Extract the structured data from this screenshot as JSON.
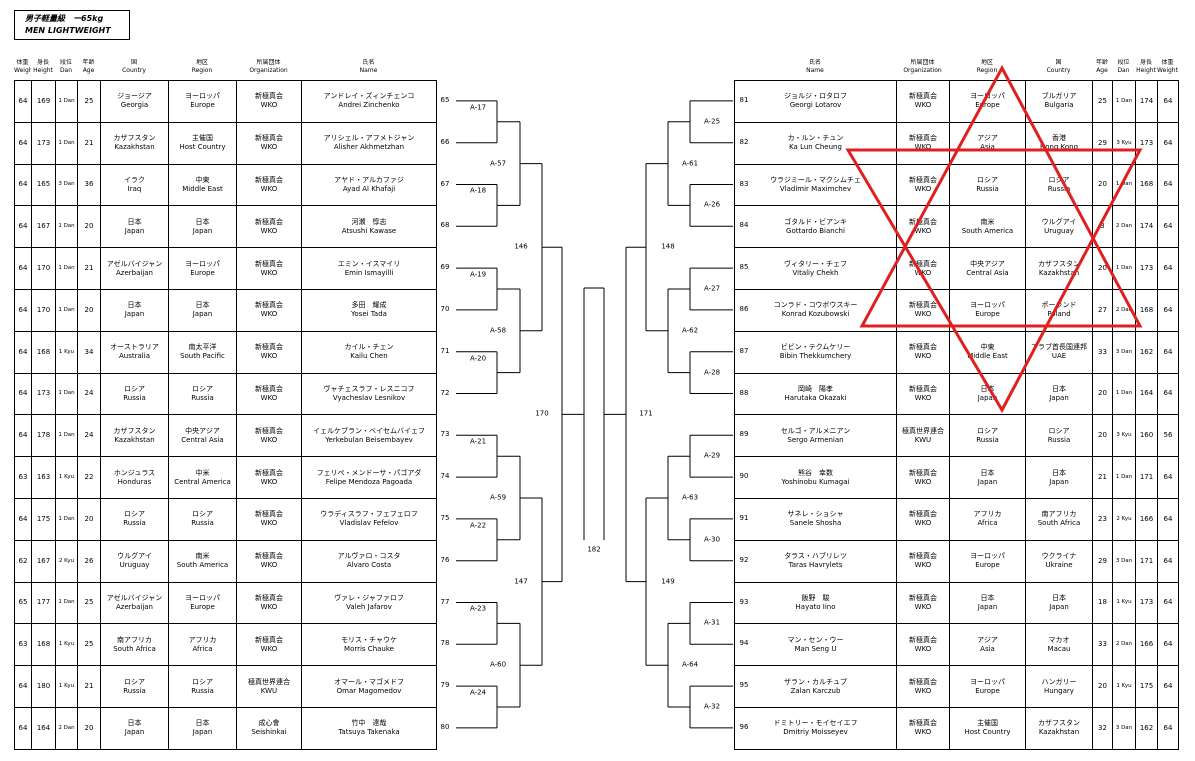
{
  "title": {
    "jp": "男子軽量級　ー65kg",
    "en": "MEN  LIGHTWEIGHT"
  },
  "left_headers": [
    [
      "体重",
      "Weight"
    ],
    [
      "身長",
      "Height"
    ],
    [
      "段位",
      "Dan"
    ],
    [
      "年齢",
      "Age"
    ],
    [
      "国",
      "Country"
    ],
    [
      "地区",
      "Region"
    ],
    [
      "所属団体",
      "Organization"
    ],
    [
      "氏名",
      "Name"
    ]
  ],
  "right_headers": [
    [
      "氏名",
      "Name"
    ],
    [
      "所属団体",
      "Organization"
    ],
    [
      "地区",
      "Region"
    ],
    [
      "国",
      "Country"
    ],
    [
      "年齢",
      "Age"
    ],
    [
      "段位",
      "Dan"
    ],
    [
      "身長",
      "Height"
    ],
    [
      "体重",
      "Weight"
    ]
  ],
  "left": [
    {
      "seed": "65",
      "w": "64",
      "h": "169",
      "dan": "1 Dan",
      "age": "25",
      "c1": "ジョージア",
      "c2": "Georgia",
      "r1": "ヨーロッパ",
      "r2": "Europe",
      "o1": "新極真会",
      "o2": "WKO",
      "n1": "アンドレイ・ズィンチェンコ",
      "n2": "Andrei Zinchenko"
    },
    {
      "seed": "66",
      "w": "64",
      "h": "173",
      "dan": "1 Dan",
      "age": "21",
      "c1": "カザフスタン",
      "c2": "Kazakhstan",
      "r1": "主催国",
      "r2": "Host Country",
      "o1": "新極真会",
      "o2": "WKO",
      "n1": "アリシェル・アフメトジャン",
      "n2": "Alisher Akhmetzhan"
    },
    {
      "seed": "67",
      "w": "64",
      "h": "165",
      "dan": "3 Dan",
      "age": "36",
      "c1": "イラク",
      "c2": "Iraq",
      "r1": "中東",
      "r2": "Middle East",
      "o1": "新極真会",
      "o2": "WKO",
      "n1": "アヤド・アルカファジ",
      "n2": "Ayad Al Khafaji"
    },
    {
      "seed": "68",
      "w": "64",
      "h": "167",
      "dan": "1 Dan",
      "age": "20",
      "c1": "日本",
      "c2": "Japan",
      "r1": "日本",
      "r2": "Japan",
      "o1": "新極真会",
      "o2": "WKO",
      "n1": "河瀬　惇志",
      "n2": "Atsushi Kawase"
    },
    {
      "seed": "69",
      "w": "64",
      "h": "170",
      "dan": "1 Dan",
      "age": "21",
      "c1": "アゼルバイジャン",
      "c2": "Azerbaijan",
      "r1": "ヨーロッパ",
      "r2": "Europe",
      "o1": "新極真会",
      "o2": "WKO",
      "n1": "エミン・イスマイリ",
      "n2": "Emin Ismayilli"
    },
    {
      "seed": "70",
      "w": "64",
      "h": "170",
      "dan": "1 Dan",
      "age": "20",
      "c1": "日本",
      "c2": "Japan",
      "r1": "日本",
      "r2": "Japan",
      "o1": "新極真会",
      "o2": "WKO",
      "n1": "多田　耀成",
      "n2": "Yosei Tada"
    },
    {
      "seed": "71",
      "w": "64",
      "h": "168",
      "dan": "1 Kyu",
      "age": "34",
      "c1": "オーストラリア",
      "c2": "Australia",
      "r1": "南太平洋",
      "r2": "South Pacific",
      "o1": "新極真会",
      "o2": "WKO",
      "n1": "カイル・チェン",
      "n2": "Kailu Chen"
    },
    {
      "seed": "72",
      "w": "64",
      "h": "173",
      "dan": "1 Dan",
      "age": "24",
      "c1": "ロシア",
      "c2": "Russia",
      "r1": "ロシア",
      "r2": "Russia",
      "o1": "新極真会",
      "o2": "WKO",
      "n1": "ヴャチェスラフ・レスニコフ",
      "n2": "Vyacheslav Lesnikov"
    },
    {
      "seed": "73",
      "w": "64",
      "h": "178",
      "dan": "1 Dan",
      "age": "24",
      "c1": "カザフスタン",
      "c2": "Kazakhstan",
      "r1": "中央アジア",
      "r2": "Central Asia",
      "o1": "新極真会",
      "o2": "WKO",
      "n1": "イェルケブラン・ベイセムバイェフ",
      "n2": "Yerkebulan Beisembayev"
    },
    {
      "seed": "74",
      "w": "63",
      "h": "163",
      "dan": "1 Kyu",
      "age": "22",
      "c1": "ホンジュラス",
      "c2": "Honduras",
      "r1": "中米",
      "r2": "Central America",
      "o1": "新極真会",
      "o2": "WKO",
      "n1": "フェリペ・メンドーサ・パゴアダ",
      "n2": "Felipe Mendoza Pagoada"
    },
    {
      "seed": "75",
      "w": "64",
      "h": "175",
      "dan": "1 Dan",
      "age": "20",
      "c1": "ロシア",
      "c2": "Russia",
      "r1": "ロシア",
      "r2": "Russia",
      "o1": "新極真会",
      "o2": "WKO",
      "n1": "ウラディスラフ・フェフェロフ",
      "n2": "Vladislav Fefelov"
    },
    {
      "seed": "76",
      "w": "62",
      "h": "167",
      "dan": "2 Kyu",
      "age": "26",
      "c1": "ウルグアイ",
      "c2": "Uruguay",
      "r1": "南米",
      "r2": "South America",
      "o1": "新極真会",
      "o2": "WKO",
      "n1": "アルヴァロ・コスタ",
      "n2": "Alvaro Costa"
    },
    {
      "seed": "77",
      "w": "65",
      "h": "177",
      "dan": "1 Dan",
      "age": "25",
      "c1": "アゼルバイジャン",
      "c2": "Azerbaijan",
      "r1": "ヨーロッパ",
      "r2": "Europe",
      "o1": "新極真会",
      "o2": "WKO",
      "n1": "ヴァレ・ジャファロフ",
      "n2": "Valeh Jafarov"
    },
    {
      "seed": "78",
      "w": "63",
      "h": "168",
      "dan": "1 Kyu",
      "age": "25",
      "c1": "南アフリカ",
      "c2": "South Africa",
      "r1": "アフリカ",
      "r2": "Africa",
      "o1": "新極真会",
      "o2": "WKO",
      "n1": "モリス・チャウケ",
      "n2": "Morris Chauke"
    },
    {
      "seed": "79",
      "w": "64",
      "h": "180",
      "dan": "1 Kyu",
      "age": "21",
      "c1": "ロシア",
      "c2": "Russia",
      "r1": "ロシア",
      "r2": "Russia",
      "o1": "極真世界連合",
      "o2": "KWU",
      "n1": "オマール・マゴメドフ",
      "n2": "Omar Magomedov"
    },
    {
      "seed": "80",
      "w": "64",
      "h": "164",
      "dan": "2 Dan",
      "age": "20",
      "c1": "日本",
      "c2": "Japan",
      "r1": "日本",
      "r2": "Japan",
      "o1": "成心會",
      "o2": "Seishinkai",
      "n1": "竹中　達哉",
      "n2": "Tatsuya Takenaka"
    }
  ],
  "right": [
    {
      "seed": "81",
      "w": "64",
      "h": "174",
      "dan": "1 Dan",
      "age": "25",
      "c1": "ブルガリア",
      "c2": "Bulgaria",
      "r1": "ヨーロッパ",
      "r2": "Europe",
      "o1": "新極真会",
      "o2": "WKO",
      "n1": "ジョルジ・ロタロフ",
      "n2": "Georgi Lotarov"
    },
    {
      "seed": "82",
      "w": "64",
      "h": "173",
      "dan": "3 Kyu",
      "age": "29",
      "c1": "香港",
      "c2": "Hong Kong",
      "r1": "アジア",
      "r2": "Asia",
      "o1": "新極真会",
      "o2": "WKO",
      "n1": "カ・ルン・チュン",
      "n2": "Ka Lun Cheung"
    },
    {
      "seed": "83",
      "w": "64",
      "h": "168",
      "dan": "1 Dan",
      "age": "20",
      "c1": "ロシア",
      "c2": "Russia",
      "r1": "ロシア",
      "r2": "Russia",
      "o1": "新極真会",
      "o2": "WKO",
      "n1": "ウラジミール・マクシムチェ",
      "n2": "Vladimir Maximchev"
    },
    {
      "seed": "84",
      "w": "64",
      "h": "174",
      "dan": "2 Dan",
      "age": "3",
      "c1": "ウルグアイ",
      "c2": "Uruguay",
      "r1": "南米",
      "r2": "South America",
      "o1": "新極真会",
      "o2": "WKO",
      "n1": "ゴタルド・ビアンキ",
      "n2": "Gottardo Bianchi"
    },
    {
      "seed": "85",
      "w": "64",
      "h": "173",
      "dan": "1 Dan",
      "age": "20",
      "c1": "カザフスタン",
      "c2": "Kazakhstan",
      "r1": "中央アジア",
      "r2": "Central Asia",
      "o1": "新極真会",
      "o2": "WKO",
      "n1": "ヴィタリー・チェフ",
      "n2": "Vitaliy Chekh"
    },
    {
      "seed": "86",
      "w": "64",
      "h": "168",
      "dan": "2 Dan",
      "age": "27",
      "c1": "ポーランド",
      "c2": "Poland",
      "r1": "ヨーロッパ",
      "r2": "Europe",
      "o1": "新極真会",
      "o2": "WKO",
      "n1": "コンラド・コウボウスキー",
      "n2": "Konrad Kozubowski"
    },
    {
      "seed": "87",
      "w": "64",
      "h": "162",
      "dan": "3 Dan",
      "age": "33",
      "c1": "アラブ首長国連邦",
      "c2": "UAE",
      "r1": "中東",
      "r2": "Middle East",
      "o1": "新極真会",
      "o2": "WKO",
      "n1": "ビビン・テクムケリー",
      "n2": "Bibin Thekkumchery"
    },
    {
      "seed": "88",
      "w": "64",
      "h": "164",
      "dan": "1 Dan",
      "age": "20",
      "c1": "日本",
      "c2": "Japan",
      "r1": "日本",
      "r2": "Japan",
      "o1": "新極真会",
      "o2": "WKO",
      "n1": "岡崎　陽孝",
      "n2": "Harutaka Okazaki"
    },
    {
      "seed": "89",
      "w": "56",
      "h": "160",
      "dan": "3 Kyu",
      "age": "20",
      "c1": "ロシア",
      "c2": "Russia",
      "r1": "ロシア",
      "r2": "Russia",
      "o1": "極真世界連合",
      "o2": "KWU",
      "n1": "セルゴ・アルメニアン",
      "n2": "Sergo Armenian"
    },
    {
      "seed": "90",
      "w": "64",
      "h": "171",
      "dan": "1 Dan",
      "age": "21",
      "c1": "日本",
      "c2": "Japan",
      "r1": "日本",
      "r2": "Japan",
      "o1": "新極真会",
      "o2": "WKO",
      "n1": "熊谷　幸数",
      "n2": "Yoshinobu Kumagai"
    },
    {
      "seed": "91",
      "w": "64",
      "h": "166",
      "dan": "2 Kyu",
      "age": "23",
      "c1": "南アフリカ",
      "c2": "South Africa",
      "r1": "アフリカ",
      "r2": "Africa",
      "o1": "新極真会",
      "o2": "WKO",
      "n1": "サネレ・ショシャ",
      "n2": "Sanele Shosha"
    },
    {
      "seed": "92",
      "w": "64",
      "h": "171",
      "dan": "3 Dan",
      "age": "29",
      "c1": "ウクライナ",
      "c2": "Ukraine",
      "r1": "ヨーロッパ",
      "r2": "Europe",
      "o1": "新極真会",
      "o2": "WKO",
      "n1": "タラス・ハブリレツ",
      "n2": "Taras Havrylets"
    },
    {
      "seed": "93",
      "w": "64",
      "h": "173",
      "dan": "1 Kyu",
      "age": "18",
      "c1": "日本",
      "c2": "Japan",
      "r1": "日本",
      "r2": "Japan",
      "o1": "新極真会",
      "o2": "WKO",
      "n1": "飯野　駿",
      "n2": "Hayato Iino"
    },
    {
      "seed": "94",
      "w": "64",
      "h": "166",
      "dan": "2 Dan",
      "age": "33",
      "c1": "マカオ",
      "c2": "Macau",
      "r1": "アジア",
      "r2": "Asia",
      "o1": "新極真会",
      "o2": "WKO",
      "n1": "マン・セン・ウー",
      "n2": "Man Seng U"
    },
    {
      "seed": "95",
      "w": "64",
      "h": "175",
      "dan": "1 Kyu",
      "age": "20",
      "c1": "ハンガリー",
      "c2": "Hungary",
      "r1": "ヨーロッパ",
      "r2": "Europe",
      "o1": "新極真会",
      "o2": "WKO",
      "n1": "ザラン・カルチュブ",
      "n2": "Zalan Karczub"
    },
    {
      "seed": "96",
      "w": "64",
      "h": "162",
      "dan": "3 Dan",
      "age": "32",
      "c1": "カザフスタン",
      "c2": "Kazakhstan",
      "r1": "主催国",
      "r2": "Host Country",
      "o1": "新極真会",
      "o2": "WKO",
      "n1": "ドミトリー・モイセイエフ",
      "n2": "Dmitriy Moisseyev"
    }
  ],
  "bracket": {
    "left_r1": [
      "A-17",
      "A-18",
      "A-19",
      "A-20",
      "A-21",
      "A-22",
      "A-23",
      "A-24"
    ],
    "left_r2": [
      "A-57",
      "A-58",
      "A-59",
      "A-60"
    ],
    "left_r3": [
      "146",
      "147"
    ],
    "left_r4": "170",
    "final": "182",
    "right_r4": "171",
    "right_r3": [
      "148",
      "149"
    ],
    "right_r2": [
      "A-61",
      "A-62",
      "A-63",
      "A-64"
    ],
    "right_r1": [
      "A-25",
      "A-26",
      "A-27",
      "A-28",
      "A-29",
      "A-30",
      "A-31",
      "A-32"
    ]
  },
  "annotation_color": "#e02020"
}
